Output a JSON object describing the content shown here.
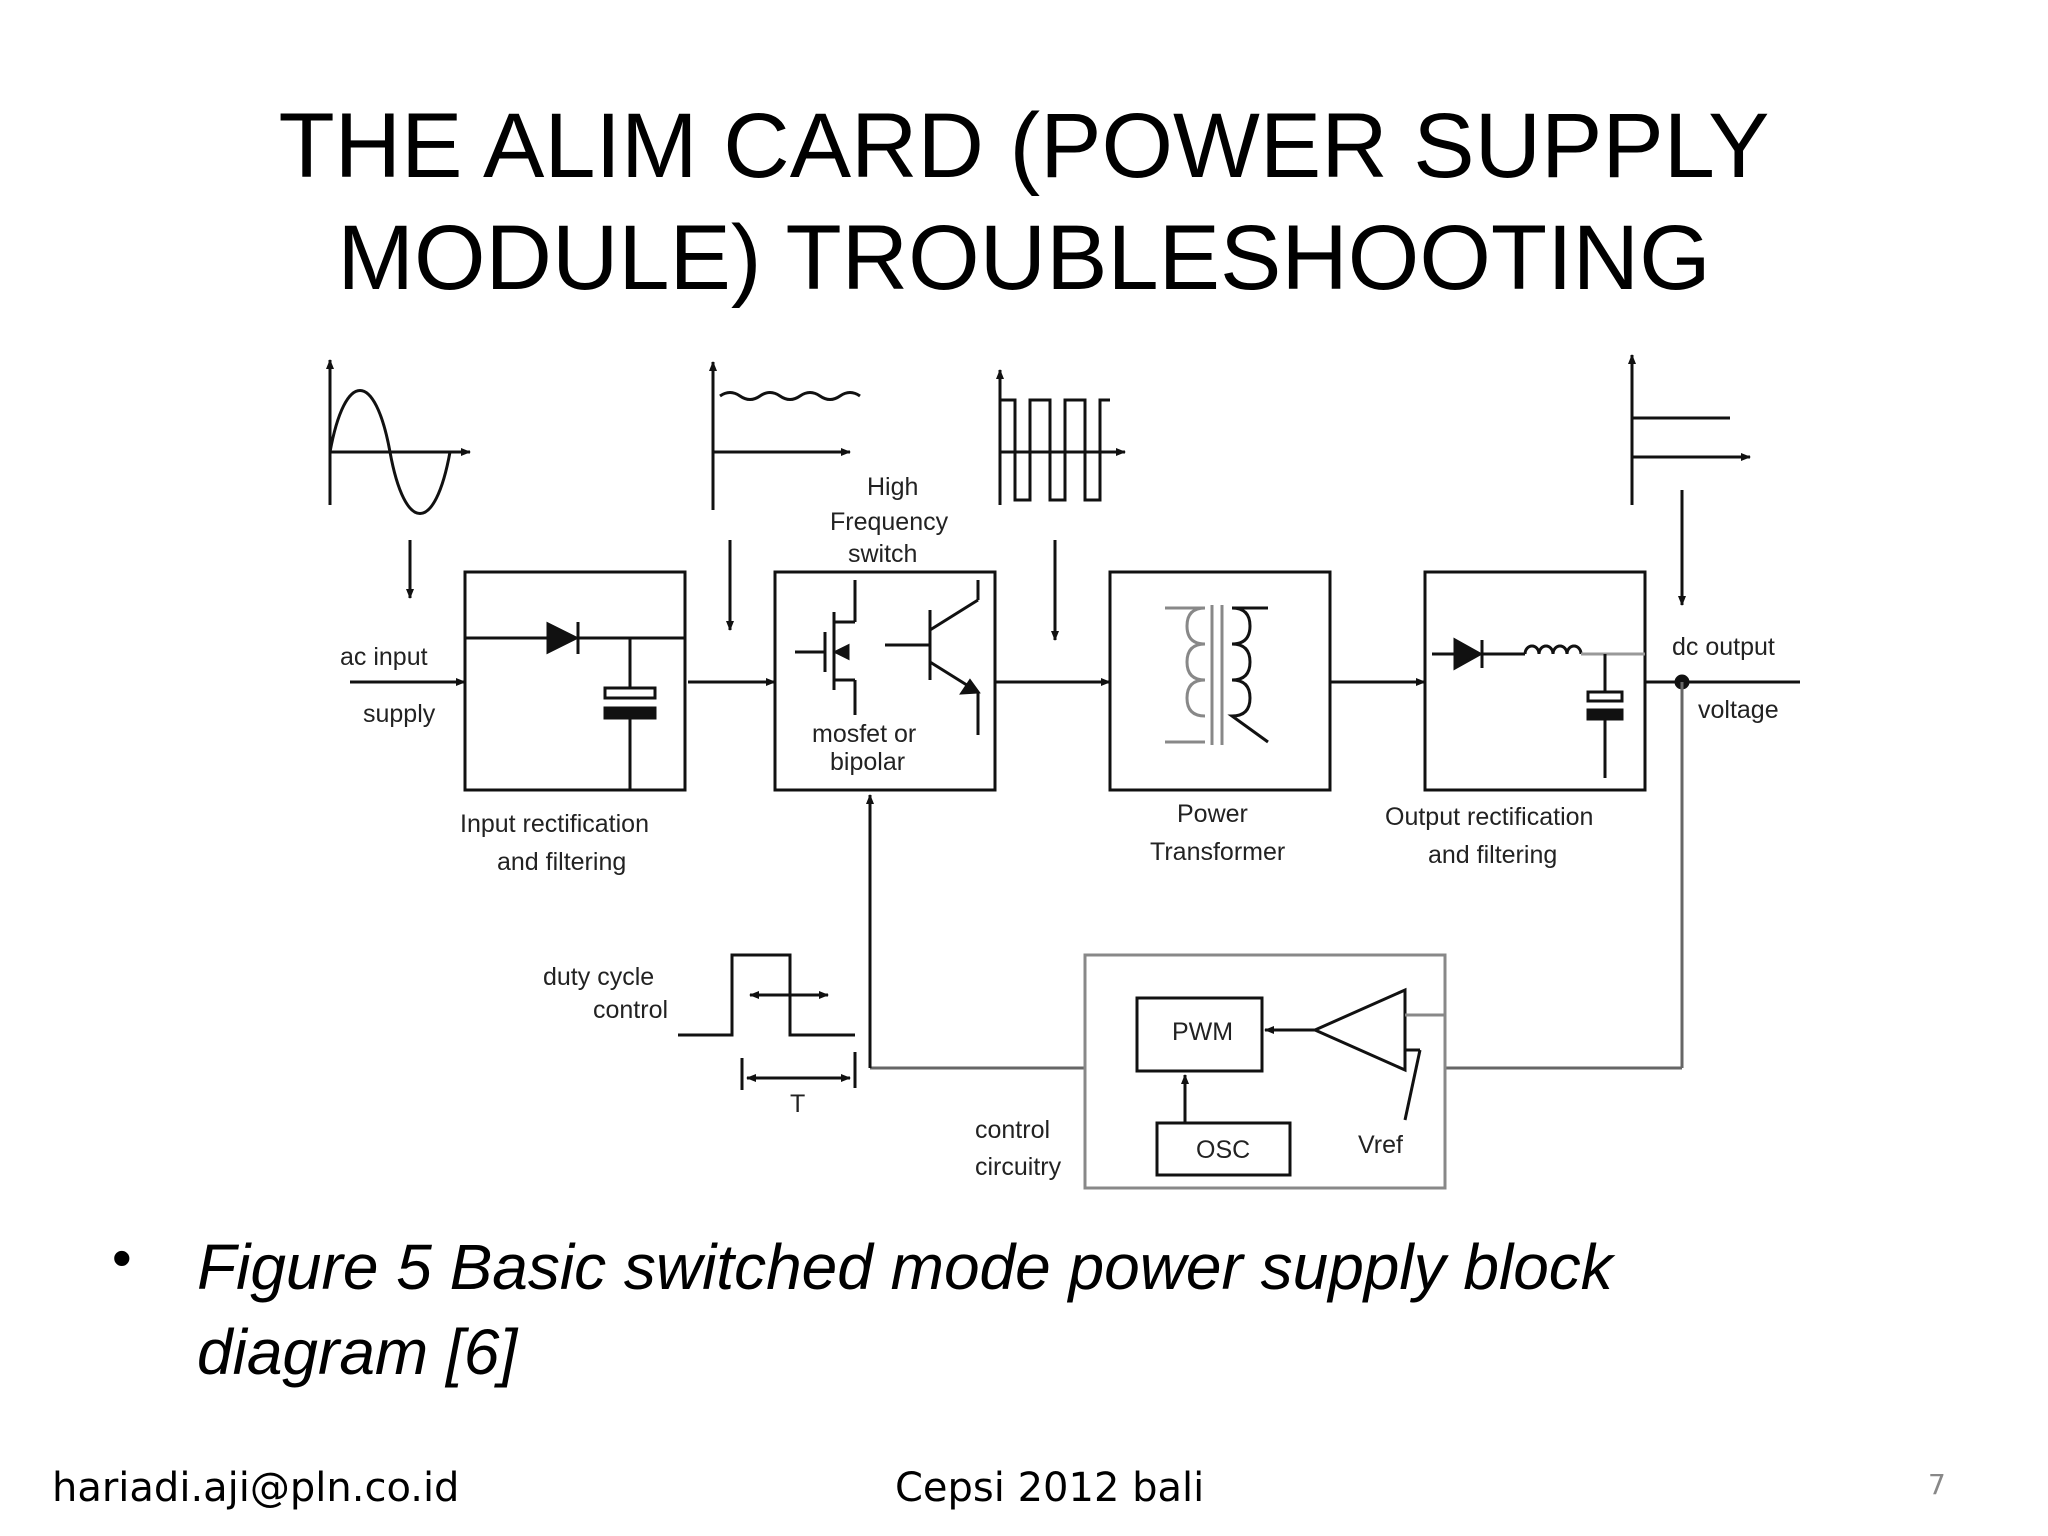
{
  "slide": {
    "title_line1": "THE ALIM CARD (POWER SUPPLY",
    "title_line2": "MODULE) TROUBLESHOOTING",
    "bullet_symbol": "•",
    "caption": "Figure 5 Basic switched mode power supply block diagram [6]"
  },
  "diagram": {
    "input_label": [
      "ac input",
      "supply"
    ],
    "switch_title": [
      "High",
      "Frequency",
      "switch"
    ],
    "switch_type": [
      "mosfet or",
      "bipolar"
    ],
    "input_block_label": [
      "Input rectification",
      "and filtering"
    ],
    "transformer_label": [
      "Power",
      "Transformer"
    ],
    "output_block_label": [
      "Output rectification",
      "and filtering"
    ],
    "output_label": [
      "dc output",
      "voltage"
    ],
    "duty_cycle_label": [
      "duty cycle",
      "control"
    ],
    "period_label": "T",
    "control_label": [
      "control",
      "circuitry"
    ],
    "pwm_label": "PWM",
    "osc_label": "OSC",
    "vref_label": "Vref"
  },
  "footer": {
    "email": "hariadi.aji@pln.co.id",
    "event": "Cepsi 2012 bali",
    "page_number": "7"
  }
}
